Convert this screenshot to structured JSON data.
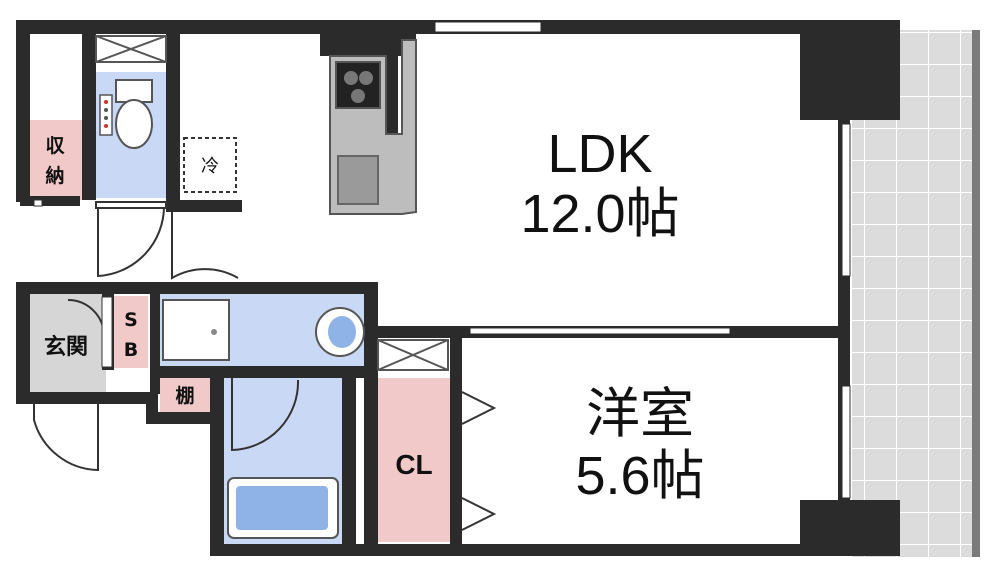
{
  "rooms": {
    "ldk": {
      "name": "LDK",
      "size": "12.0帖"
    },
    "western": {
      "name": "洋室",
      "size": "5.6帖"
    }
  },
  "labels": {
    "storage": "収納",
    "storage_line1": "収",
    "storage_line2": "納",
    "entrance": "玄関",
    "shoe_box": "SB",
    "shoe_box_line1": "S",
    "shoe_box_line2": "B",
    "shelf": "棚",
    "fridge": "冷",
    "closet": "CL"
  },
  "colors": {
    "wall": "#2b2b2b",
    "wet_area": "#c9d8f5",
    "storage": "#f2c9c9",
    "entrance": "#d6d6d6",
    "balcony": "#dcdcdc",
    "floor": "#ffffff"
  }
}
